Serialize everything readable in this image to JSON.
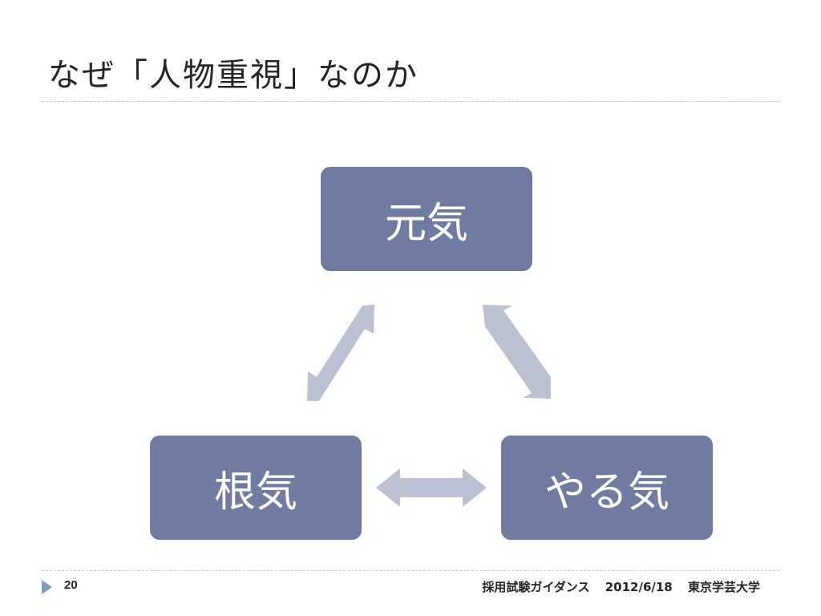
{
  "slide": {
    "title": "なぜ「人物重視」なのか"
  },
  "diagram": {
    "nodes": {
      "top": "元気",
      "left": "根気",
      "right": "やる気"
    },
    "colors": {
      "node_fill": "#6f7ba0",
      "node_text": "#ffffff",
      "arrow_fill": "#bcc1d2"
    }
  },
  "footer": {
    "page_number": "20",
    "subject": "採用試験ガイダンス",
    "date": "2012/6/18",
    "institution": "東京学芸大学"
  }
}
